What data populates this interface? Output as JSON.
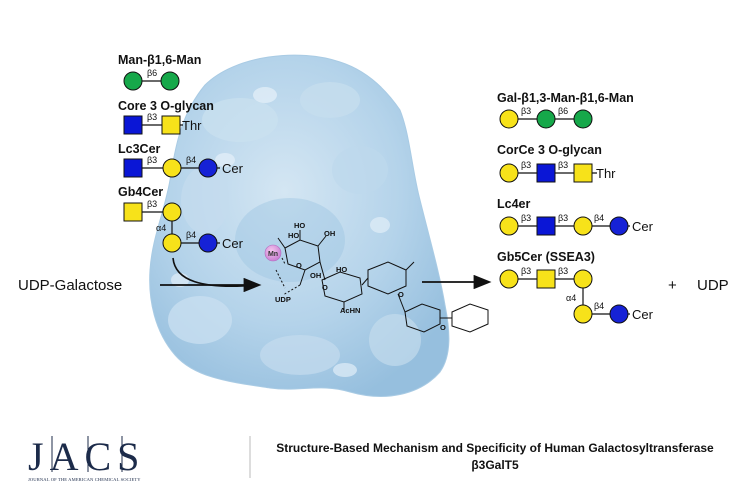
{
  "reaction": {
    "donor": "UDP-Galactose",
    "byproduct": "UDP",
    "plus": "+",
    "metal": "Mn"
  },
  "substrates": [
    {
      "name": "Man-β1,6-Man",
      "links": [
        "β6"
      ]
    },
    {
      "name": "Core 3 O-glycan",
      "links": [
        "β3"
      ],
      "aglycone": "Thr"
    },
    {
      "name": "Lc3Cer",
      "links": [
        "β3",
        "β4"
      ],
      "aglycone": "Cer"
    },
    {
      "name": "Gb4Cer",
      "links": [
        "β3",
        "α4",
        "β4"
      ],
      "aglycone": "Cer"
    }
  ],
  "products": [
    {
      "name": "Gal-β1,3-Man-β1,6-Man",
      "links": [
        "β3",
        "β6"
      ]
    },
    {
      "name": "CorCe 3 O-glycan",
      "links": [
        "β3",
        "β3"
      ],
      "aglycone": "Thr"
    },
    {
      "name": "Lc4er",
      "links": [
        "β3",
        "β3",
        "β4"
      ],
      "aglycone": "Cer"
    },
    {
      "name": "Gb5Cer (SSEA3)",
      "links": [
        "β3",
        "β3",
        "α4",
        "β4"
      ],
      "aglycone": "Cer"
    }
  ],
  "structure_labels": {
    "ho": "HO",
    "oh": "OH",
    "udp": "UDP",
    "achn": "AcHN",
    "o": "O"
  },
  "footer": {
    "journal": "JACS",
    "journal_sub": "JOURNAL OF THE AMERICAN CHEMICAL SOCIETY",
    "title_line1": "Structure-Based Mechanism and Specificity of Human Galactosyltransferase",
    "title_line2": "β3GalT5"
  },
  "colors": {
    "galactose": "#f7e21a",
    "glcnac": "#0a16d6",
    "mannose": "#16a84a",
    "galnac": "#f7e21a",
    "glucose": "#1622d6",
    "protein": "#b3d4ea",
    "jacs_navy": "#1c2b4a"
  }
}
